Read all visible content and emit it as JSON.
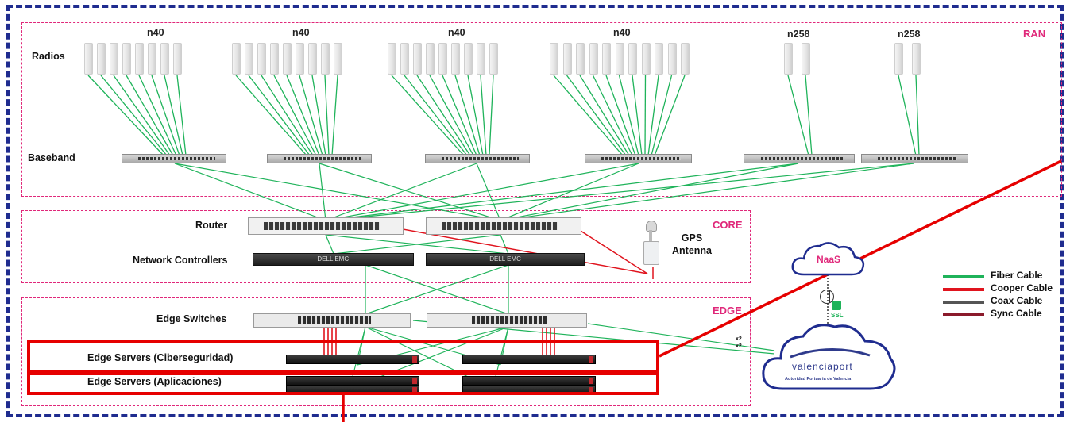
{
  "zones": {
    "ran": "RAN",
    "core": "CORE",
    "edge": "EDGE"
  },
  "bands": [
    "n40",
    "n40",
    "n40",
    "n40",
    "n258",
    "n258"
  ],
  "labels": {
    "radios": "Radios",
    "baseband": "Baseband",
    "router": "Router",
    "network_controllers": "Network Controllers",
    "gps_antenna": "GPS Antenna",
    "edge_switches": "Edge Switches",
    "edge_servers_ciber": "Edge Servers (Ciberseguridad)",
    "edge_servers_apps": "Edge Servers (Aplicaciones)"
  },
  "cloud": {
    "naas": "NaaS",
    "ssl": "SSL",
    "valenciaport": "valenciaport",
    "valenciaport_sub": "Autoridad Portuaria de Valencia",
    "link_count": "x2"
  },
  "legend": [
    {
      "label": "Fiber Cable",
      "color": "#1fb35a"
    },
    {
      "label": "Cooper Cable",
      "color": "#e0141e"
    },
    {
      "label": "Coax Cable",
      "color": "#555555"
    },
    {
      "label": "Sync Cable",
      "color": "#8b1a2b"
    }
  ],
  "colors": {
    "fiber": "#1fb35a",
    "copper": "#e0141e",
    "frame_outer": "#1f2c8f",
    "zone_border": "#e0287a",
    "highlight": "#e60000"
  },
  "device_text": {
    "controller_brand": "DELL EMC"
  }
}
